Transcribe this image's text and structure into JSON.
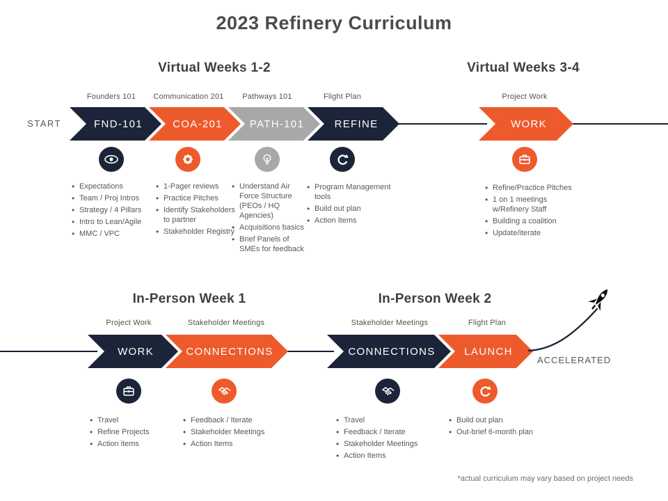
{
  "title": "2023 Refinery Curriculum",
  "footnote": "*actual curriculum may vary based on project needs",
  "start_label": "START",
  "accelerated_label": "ACCELERATED",
  "colors": {
    "navy": "#1b2438",
    "orange": "#ed5a2c",
    "gray": "#a8a8a8"
  },
  "sections": [
    {
      "heading": "Virtual Weeks 1-2"
    },
    {
      "heading": "Virtual Weeks 3-4"
    },
    {
      "heading": "In-Person Week 1"
    },
    {
      "heading": "In-Person Week 2"
    }
  ],
  "stages": [
    {
      "label": "Founders 101",
      "chevron": "FND-101",
      "color": "navy",
      "icon": "eye-icon",
      "bullets": [
        "Expectations",
        "Team / Proj Intros",
        "Strategy / 4 Pillars",
        "Intro to Lean/Agile",
        "MMC / VPC"
      ]
    },
    {
      "label": "Communication 201",
      "chevron": "COA-201",
      "color": "orange",
      "icon": "gear-icon",
      "bullets": [
        "1-Pager reviews",
        "Practice Pitches",
        "Identify Stakeholders to partner",
        "Stakeholder Registry"
      ]
    },
    {
      "label": "Pathways 101",
      "chevron": "PATH-101",
      "color": "gray",
      "icon": "lightbulb-icon",
      "bullets": [
        "Understand Air Force Structure (PEOs / HQ Agencies)",
        "Acquisitions basics",
        "Brief Panels of SMEs for feedback"
      ]
    },
    {
      "label": "Flight Plan",
      "chevron": "REFINE",
      "color": "navy",
      "icon": "refresh-icon",
      "bullets": [
        "Program Management tools",
        "Build out plan",
        "Action Items"
      ]
    },
    {
      "label": "Project Work",
      "chevron": "WORK",
      "color": "orange",
      "icon": "briefcase-icon",
      "bullets": [
        "Refine/Practice Pitches",
        "1 on 1 meetings w/Refinery Staff",
        "Building a coalition",
        "Update/iterate"
      ]
    },
    {
      "label": "Project Work",
      "chevron": "WORK",
      "color": "navy",
      "icon": "briefcase-icon",
      "bullets": [
        "Travel",
        "Refine Projects",
        "Action items"
      ]
    },
    {
      "label": "Stakeholder Meetings",
      "chevron": "CONNECTIONS",
      "color": "orange",
      "icon": "handshake-icon",
      "bullets": [
        "Feedback / Iterate",
        "Stakeholder Meetings",
        "Action Items"
      ]
    },
    {
      "label": "Stakeholder Meetings",
      "chevron": "CONNECTIONS",
      "color": "navy",
      "icon": "handshake-icon",
      "bullets": [
        "Travel",
        "Feedback / Iterate",
        "Stakeholder Meetings",
        "Action Items"
      ]
    },
    {
      "label": "Flight Plan",
      "chevron": "LAUNCH",
      "color": "orange",
      "icon": "refresh-icon",
      "bullets": [
        "Build out plan",
        "Out-brief 6-month plan"
      ]
    }
  ]
}
